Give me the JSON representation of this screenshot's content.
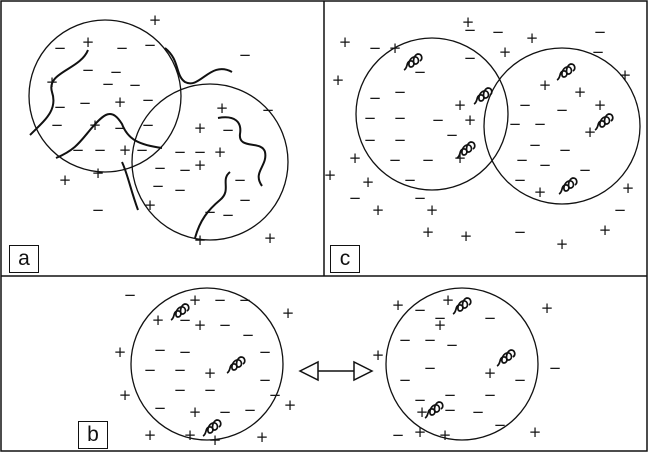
{
  "panels": {
    "a": {
      "label": "a"
    },
    "b": {
      "label": "b"
    },
    "c": {
      "label": "c"
    }
  },
  "symbols": {
    "positive": "+",
    "negative": "−"
  }
}
